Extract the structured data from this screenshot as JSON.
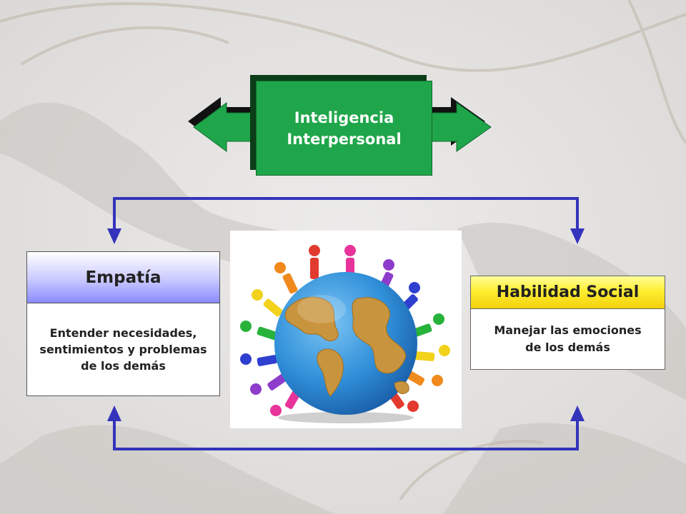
{
  "title": "Inteligencia Interpersonal",
  "left_card": {
    "heading": "Empatía",
    "description": "Entender necesidades, sentimientos y problemas de los demás"
  },
  "right_card": {
    "heading": "Habilidad Social",
    "description": "Manejar las emociones de los demás"
  },
  "colors": {
    "title_green": "#1fa64a",
    "connector_blue": "#3333bb",
    "heading_lavender": "#c9c9ff",
    "heading_yellow": "#ffee33",
    "globe_blue": "#2f8fd8",
    "land_tan": "#c9943e"
  }
}
